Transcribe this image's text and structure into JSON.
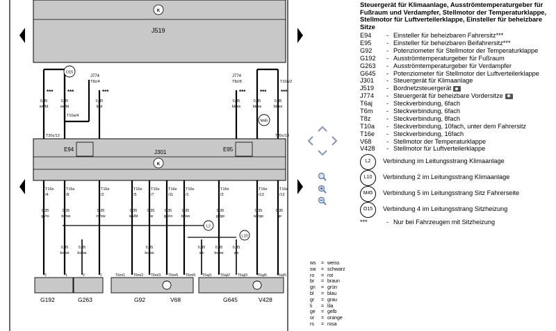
{
  "legend": {
    "title_lines": [
      "Steuergerät für Klimaanlage, Ausströmtemperaturgeber für",
      "Fußraum und Verdampfer, Stellmotor der Temperaturklappe,",
      "Stellmotor für Luftverteilerklappe, Einsteller für beheizbare Sitze"
    ],
    "items": [
      {
        "code": "E94",
        "text": "Einsteller für beheizbaren Fahrersitz***"
      },
      {
        "code": "E95",
        "text": "Einsteller für beheizbaren Beifahrersitz***"
      },
      {
        "code": "G92",
        "text": "Potenziometer für Stellmotor der Temperaturklappe"
      },
      {
        "code": "G192",
        "text": "Ausströmtemperaturgeber für Fußraum"
      },
      {
        "code": "G263",
        "text": "Ausströmtemperaturgeber für Verdampfer"
      },
      {
        "code": "G645",
        "text": "Potenziometer für Stellmotor der Luftverteilerklappe"
      },
      {
        "code": "J301",
        "text": "Steuergerät für Klimaanlage"
      },
      {
        "code": "J519",
        "text": "Bordnetzsteuergerät"
      },
      {
        "code": "J774",
        "text": "Steuergerät für beheizbare Vordersitze"
      },
      {
        "code": "T6aj",
        "text": "Steckverbindung, 6fach"
      },
      {
        "code": "T6m",
        "text": "Steckverbindung, 6fach"
      },
      {
        "code": "T8z",
        "text": "Steckverbindung, 8fach"
      },
      {
        "code": "T10a",
        "text": "Steckverbindung, 10fach, unter dem Fahrersitz"
      },
      {
        "code": "T16e",
        "text": "Steckverbindung, 16fach"
      },
      {
        "code": "V68",
        "text": "Stellmotor der Temperaturklappe"
      },
      {
        "code": "V428",
        "text": "Stellmotor für Luftverteilerklappe"
      }
    ],
    "connections": [
      {
        "code": "L2",
        "text": "Verbindung im Leitungsstrang Klimaanlage"
      },
      {
        "code": "L10",
        "text": "Verbindung 2 im Leitungsstrang Klimaanlage"
      },
      {
        "code": "M45",
        "text": "Verbindung 5 im Leitungsstrang Sitz Fahrerseite"
      },
      {
        "code": "O15",
        "text": "Verbindung 4 im Leitungsstrang Sitzheizung"
      }
    ],
    "note": {
      "code": "***",
      "text": "Nur bei Fahrzeugen mit Sitzheizung"
    }
  },
  "colors": [
    {
      "abbr": "ws",
      "name": "weiss"
    },
    {
      "abbr": "sw",
      "name": "schwarz"
    },
    {
      "abbr": "ro",
      "name": "rot"
    },
    {
      "abbr": "br",
      "name": "braun"
    },
    {
      "abbr": "gn",
      "name": "grün"
    },
    {
      "abbr": "bl",
      "name": "blau"
    },
    {
      "abbr": "gr",
      "name": "grau"
    },
    {
      "abbr": "li",
      "name": "lila"
    },
    {
      "abbr": "ge",
      "name": "gelb"
    },
    {
      "abbr": "or",
      "name": "orange"
    },
    {
      "abbr": "rs",
      "name": "rosa"
    }
  ],
  "diagram": {
    "units": {
      "j519": "J519",
      "j301": "J301",
      "e94": "E94",
      "e95": "E95",
      "j774_left": "J774",
      "j774_right": "J774",
      "j774_left_sub": "T8z/4",
      "j774_right_sub": "T8z/8",
      "t10a_left": "T10a/4",
      "t10a_right": "T10a/2",
      "t20c_left": "T20c/12",
      "t20c_right": "T20c/13",
      "o15": "O15",
      "m45": "M45",
      "l2": "L2",
      "l10": "L10",
      "star": "***",
      "ground": "K"
    },
    "components": [
      "G192",
      "G263",
      "G92",
      "V68",
      "G645",
      "V428"
    ],
    "top_wires": [
      {
        "g": "0,35",
        "c": "sw/bl"
      },
      {
        "g": "0,35",
        "c": "sw/bl"
      },
      {
        "g": "0,35",
        "c": "li/bl"
      },
      {
        "g": "0,35",
        "c": "bl/ws"
      },
      {
        "g": "0,35",
        "c": "bl/ws"
      },
      {
        "g": "0,35",
        "c": "bl/ws"
      }
    ],
    "t16e_pins": [
      {
        "pin": "/4",
        "g": "0,35",
        "c": "gr/ro"
      },
      {
        "pin": "/8",
        "g": "0,35",
        "c": "br/ws"
      },
      {
        "pin": "/2",
        "g": "0,35",
        "c": "ro/sw"
      },
      {
        "pin": "/5",
        "g": "0,35",
        "c": "ws/bl"
      },
      {
        "pin": "/7",
        "g": "0,35",
        "c": "sw"
      },
      {
        "pin": "/11",
        "g": "0,35",
        "c": "gn/ro"
      },
      {
        "pin": "/1",
        "g": "0,35",
        "c": "bl/ws"
      },
      {
        "pin": "/3",
        "g": "0,35",
        "c": "gr/ge"
      },
      {
        "pin": "/13",
        "g": "0,35",
        "c": "ws/ge"
      },
      {
        "pin": "/12",
        "g": "0,35",
        "c": "ge"
      }
    ],
    "t16e_label": "T16e",
    "lower_wires": [
      {
        "g": "0,35",
        "c": "br/ws"
      },
      {
        "g": "0,35",
        "c": "br/ws"
      },
      {
        "g": "0,35",
        "c": "br/ws"
      },
      {
        "g": "0,35",
        "c": "sw"
      },
      {
        "g": "0,35",
        "c": "br/ws"
      },
      {
        "g": "0,35",
        "c": "sw"
      }
    ],
    "bottom_pins": [
      "2",
      "1",
      "2",
      "1",
      "T6m/1",
      "T6m/2",
      "T6m/3",
      "T6m/6",
      "T6m/5",
      "T6aj/1",
      "T6aj/2",
      "T6aj/3",
      "T6aj/6",
      "T6aj/5"
    ]
  }
}
